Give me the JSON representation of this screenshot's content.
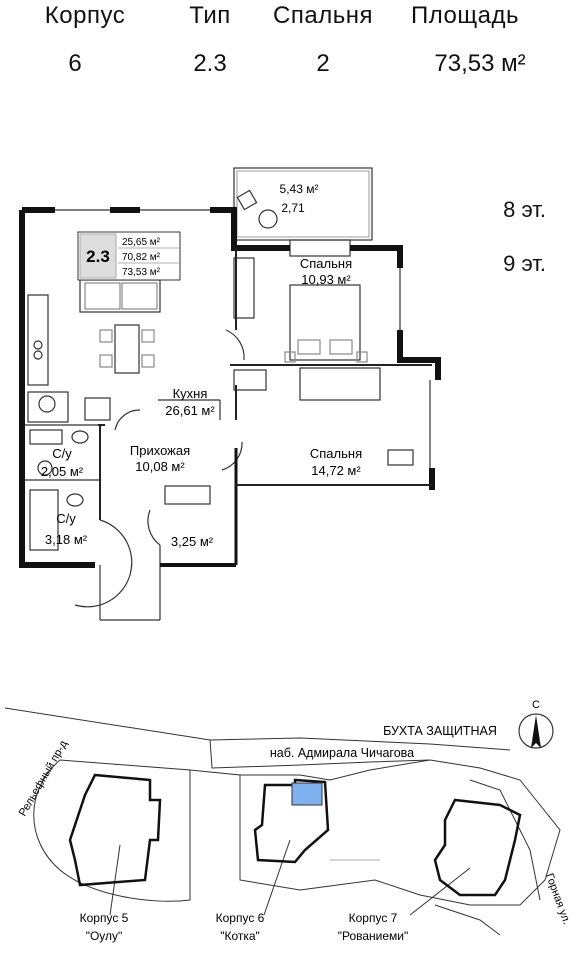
{
  "header": {
    "labels": {
      "korpus": "Корпус",
      "tip": "Тип",
      "spalnya": "Спальня",
      "ploshchad": "Площадь"
    },
    "values": {
      "korpus": "6",
      "tip": "2.3",
      "spalnya": "2",
      "ploshchad": "73,53 м²"
    }
  },
  "floors": [
    "8 эт.",
    "9 эт."
  ],
  "plan": {
    "badge": {
      "type": "2.3",
      "areas": [
        "25,65 м²",
        "70,82 м²",
        "73,53 м²"
      ]
    },
    "rooms": {
      "balcony": {
        "area": "5,43 м²",
        "sub": "2,71"
      },
      "bedroom1": {
        "name": "Спальня",
        "area": "10,93 м²"
      },
      "kitchen": {
        "name": "Кухня",
        "area": "26,61 м²"
      },
      "hall": {
        "name": "Прихожая",
        "area": "10,08 м²"
      },
      "bedroom2": {
        "name": "Спальня",
        "area": "14,72 м²"
      },
      "bath1": {
        "name": "С/у",
        "area": "2,05 м²"
      },
      "bath2": {
        "name": "С/у",
        "area": "3,18 м²"
      },
      "closet": {
        "area": "3,25 м²"
      }
    }
  },
  "site": {
    "bay": "БУХТА ЗАЩИТНАЯ",
    "embankment": "наб. Адмирала Чичагова",
    "street_left": "Рельефный пр-д",
    "street_right": "Горная ул.",
    "compass": "С",
    "buildings": [
      {
        "name": "Корпус 5",
        "nick": "\"Оулу\""
      },
      {
        "name": "Корпус 6",
        "nick": "\"Котка\""
      },
      {
        "name": "Корпус 7",
        "nick": "\"Рованиеми\""
      }
    ]
  },
  "colors": {
    "wall": "#111111",
    "highlight": "#7fb2ee",
    "line": "#333333"
  }
}
